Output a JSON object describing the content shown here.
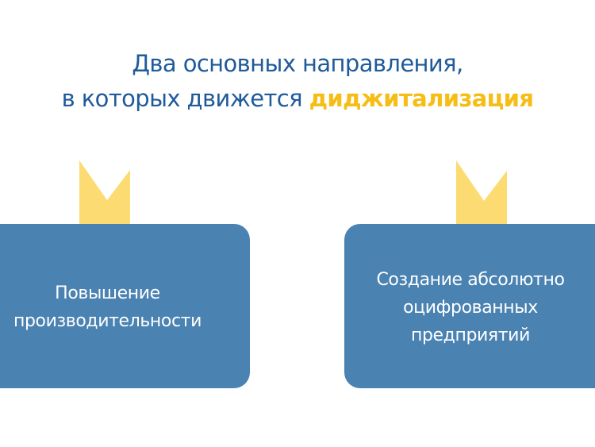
{
  "slide": {
    "title": {
      "line1": "Два основных направления,",
      "line2_prefix": "в которых движется ",
      "line2_accent": "диджитализация"
    },
    "directions": [
      {
        "lines": [
          "Повышение",
          "производительности"
        ]
      },
      {
        "lines": [
          "Создание абсолютно",
          "оцифрованных",
          "предприятий"
        ]
      }
    ],
    "colors": {
      "title": "#1f5a9a",
      "accent": "#f6bd14",
      "box": "#4a82b2",
      "chevron": "#fcdc72"
    }
  }
}
